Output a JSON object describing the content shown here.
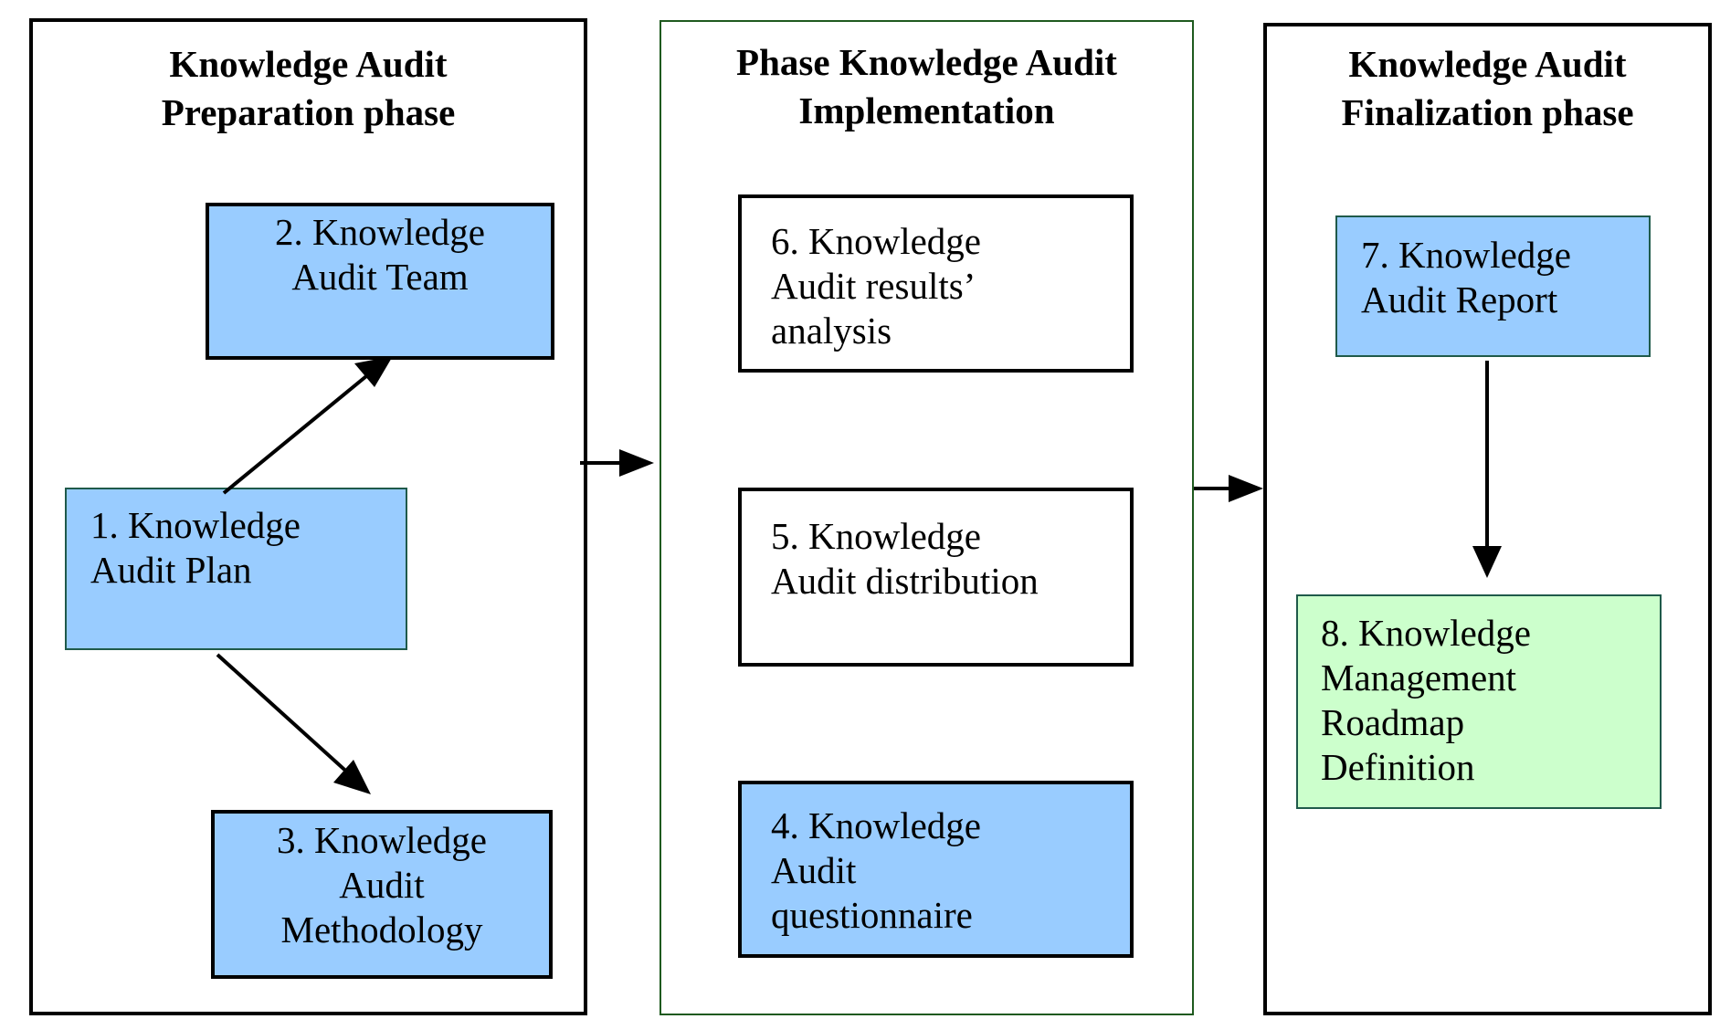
{
  "phases": {
    "preparation": {
      "title": "Knowledge Audit\nPreparation phase"
    },
    "implementation": {
      "title": "Phase Knowledge Audit\nImplementation"
    },
    "finalization": {
      "title": "Knowledge Audit\nFinalization phase"
    }
  },
  "steps": {
    "s1": "1. Knowledge\nAudit Plan",
    "s2": "2. Knowledge\nAudit Team",
    "s3": "3. Knowledge\nAudit\nMethodology",
    "s4": "4. Knowledge\nAudit\nquestionnaire",
    "s5": "5. Knowledge\nAudit distribution",
    "s6": "6. Knowledge\nAudit results’\nanalysis",
    "s7": "7. Knowledge\nAudit Report",
    "s8": "8. Knowledge\nManagement\nRoadmap\nDefinition"
  },
  "colors": {
    "blue_box": "#99ccff",
    "green_box": "#ccffcc",
    "border": "#000000",
    "middle_panel_border": "#1f5a1f"
  }
}
